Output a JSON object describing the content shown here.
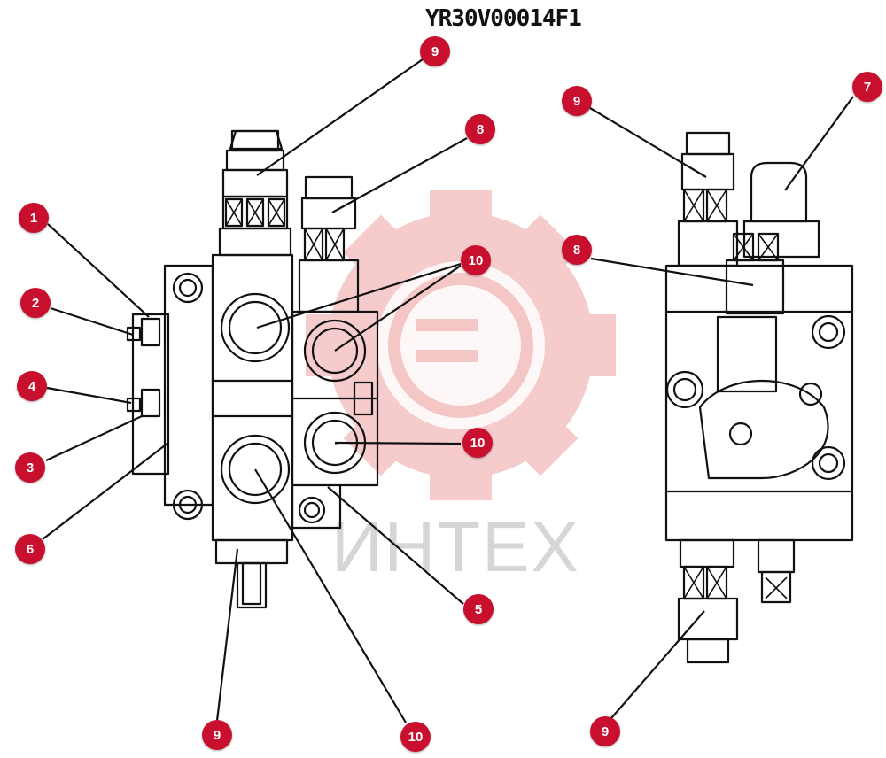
{
  "title": "YR30V00014F1",
  "watermark": {
    "text": "ИНТЕХ"
  },
  "colors": {
    "callout": "#c8102e",
    "line": "#111111",
    "watermark": "#f4c6c6",
    "watermark_text": "#d6d6d6"
  },
  "callouts": [
    {
      "id": "c1",
      "label": "1"
    },
    {
      "id": "c2",
      "label": "2"
    },
    {
      "id": "c4",
      "label": "4"
    },
    {
      "id": "c3",
      "label": "3"
    },
    {
      "id": "c6",
      "label": "6"
    },
    {
      "id": "c9a",
      "label": "9"
    },
    {
      "id": "c8a",
      "label": "8"
    },
    {
      "id": "c10a",
      "label": "10"
    },
    {
      "id": "c10b",
      "label": "10"
    },
    {
      "id": "c5",
      "label": "5"
    },
    {
      "id": "c9b",
      "label": "9"
    },
    {
      "id": "c10c",
      "label": "10"
    },
    {
      "id": "c9c",
      "label": "9"
    },
    {
      "id": "c7",
      "label": "7"
    },
    {
      "id": "c8b",
      "label": "8"
    },
    {
      "id": "c9d",
      "label": "9"
    }
  ]
}
